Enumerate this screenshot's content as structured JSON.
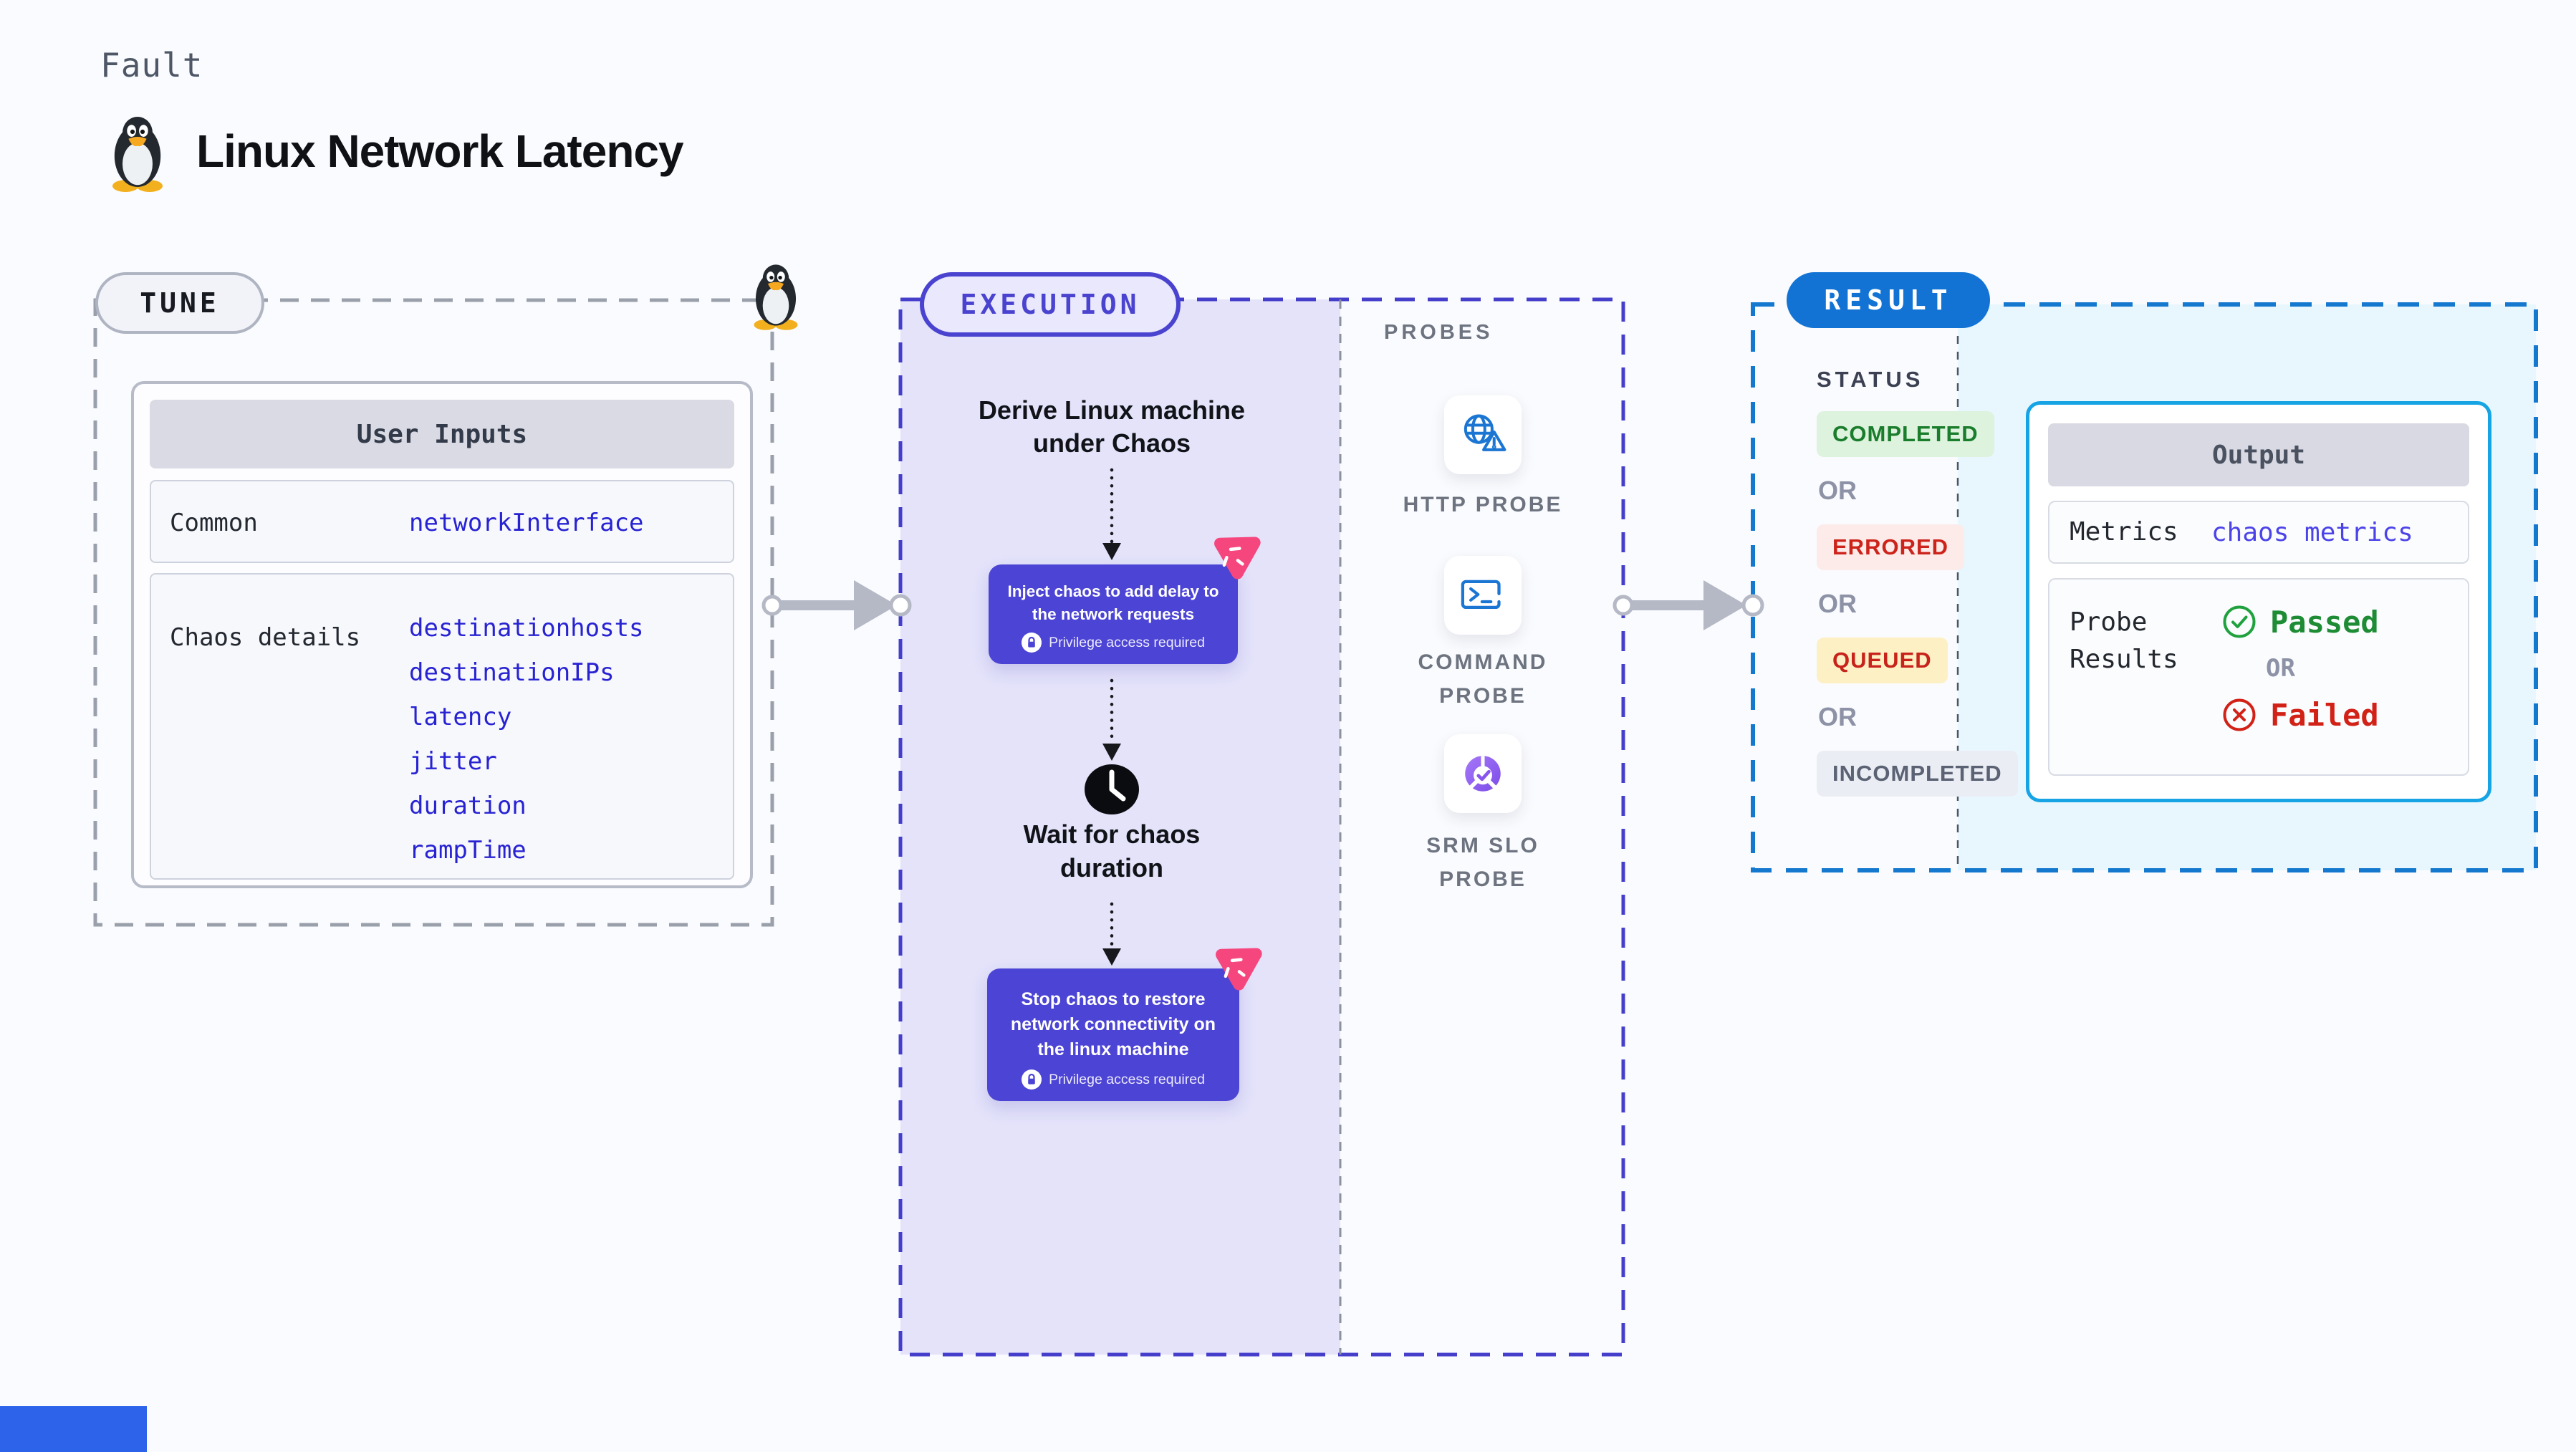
{
  "page": {
    "fault_label": "Fault",
    "title": "Linux Network Latency"
  },
  "tune": {
    "badge": "TUNE",
    "table_title": "User Inputs",
    "rows": [
      {
        "label": "Common",
        "values": [
          "networkInterface"
        ]
      },
      {
        "label": "Chaos details",
        "values": [
          "destinationhosts",
          "destinationIPs",
          "latency",
          "jitter",
          "duration",
          "rampTime"
        ]
      }
    ]
  },
  "execution": {
    "badge": "EXECUTION",
    "steps": {
      "derive": "Derive Linux machine under Chaos",
      "inject": "Inject chaos to add delay to the network requests",
      "wait": "Wait for chaos duration",
      "stop": "Stop chaos to restore network connectivity on the linux machine"
    },
    "privilege_note": "Privilege access required"
  },
  "probes": {
    "heading": "PROBES",
    "items": [
      {
        "label": "HTTP PROBE",
        "icon": "globe-warning-icon"
      },
      {
        "label": "COMMAND PROBE",
        "icon": "terminal-icon"
      },
      {
        "label": "SRM SLO PROBE",
        "icon": "slo-donut-check-icon"
      }
    ]
  },
  "result": {
    "badge": "RESULT",
    "status_heading": "STATUS",
    "or_label": "OR",
    "statuses": [
      "COMPLETED",
      "ERRORED",
      "QUEUED",
      "INCOMPLETED"
    ],
    "output": {
      "title": "Output",
      "metrics_label": "Metrics",
      "metrics_value": "chaos metrics",
      "probe_results_label": "Probe Results",
      "passed": "Passed",
      "failed": "Failed"
    }
  },
  "colors": {
    "page_bg": "#fafbfe",
    "indigo_accent": "#4a43cf",
    "chaos_box": "#4c44d4",
    "pink_icon": "#f5477e",
    "result_blue": "#1273d4",
    "output_border": "#16a4e4",
    "value_blue": "#2823d2",
    "metrics_blue": "#4b43e8",
    "completed_green": "#1a7d2c",
    "errored_red": "#cc231a",
    "queued_amber_bg": "#fdf0c5",
    "passed_green": "#1d8c34",
    "failed_red": "#d22117",
    "probe_icon_blue": "#1b76d3",
    "srm_purple": "#8a55ee"
  }
}
